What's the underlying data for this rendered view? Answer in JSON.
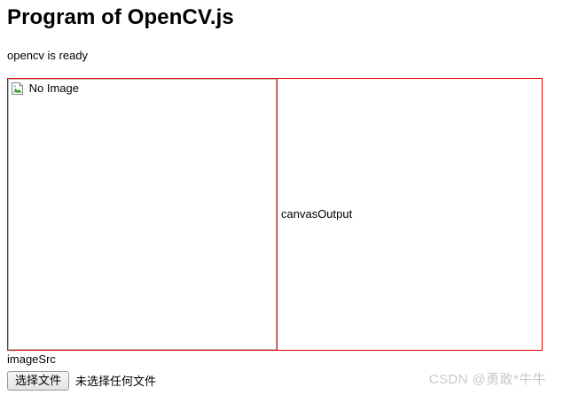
{
  "page": {
    "title": "Program of OpenCV.js",
    "status": "opencv is ready"
  },
  "panels": {
    "input": {
      "image_alt": "No Image",
      "icon": "broken-image-icon"
    },
    "output": {
      "label": "canvasOutput"
    }
  },
  "form": {
    "label": "imageSrc",
    "file_button_label": "选择文件",
    "file_status_text": "未选择任何文件"
  },
  "watermark": {
    "text": "CSDN @勇敢*牛牛"
  },
  "colors": {
    "panel_border": "#e60000",
    "image_border": "#b9b9b9",
    "watermark": "#c9c9c9",
    "text": "#000000",
    "background": "#ffffff"
  }
}
